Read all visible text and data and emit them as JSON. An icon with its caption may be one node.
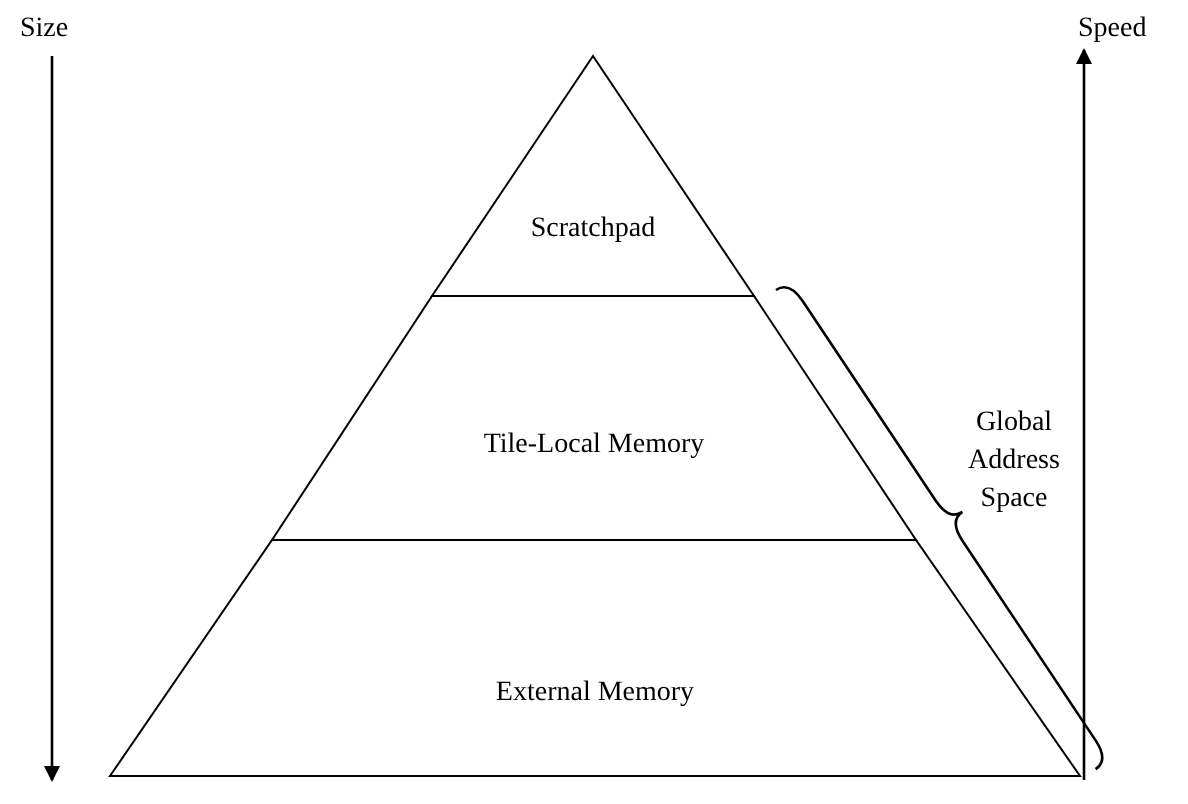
{
  "diagram": {
    "nodes": [
      {
        "text": [
          "Scratchpad"
        ]
      },
      {
        "text": [
          "Tile-Local Memory"
        ]
      },
      {
        "text": [
          "External Memory"
        ]
      }
    ],
    "labels": [
      "Size",
      "Speed",
      "Global Address Space"
    ]
  }
}
